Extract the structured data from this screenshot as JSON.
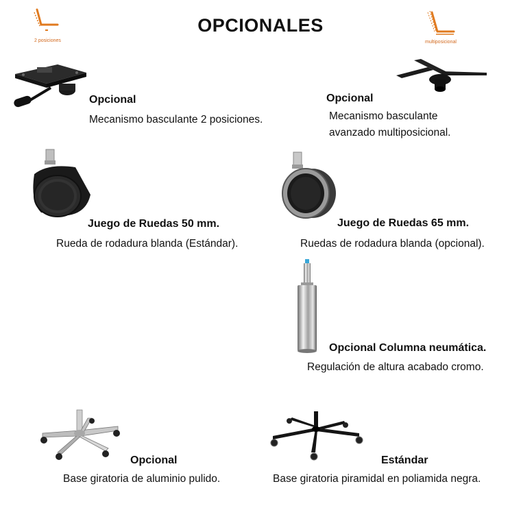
{
  "title": "OPCIONALES",
  "logos": {
    "left_label": "2 posiciones",
    "right_label": "multiposicional",
    "accent_color": "#e07a1f"
  },
  "items": [
    {
      "heading": "Opcional",
      "description": "Mecanismo basculante 2 posiciones.",
      "image": "tilt-mechanism-2-positions"
    },
    {
      "heading": "Opcional",
      "description_line1": "Mecanismo basculante",
      "description_line2": "avanzado multiposicional.",
      "image": "tilt-mechanism-multiposition"
    },
    {
      "heading": "Juego de Ruedas 50 mm.",
      "description": "Rueda de rodadura blanda (Estándar).",
      "image": "caster-wheel-50mm"
    },
    {
      "heading": "Juego de Ruedas 65 mm.",
      "description": "Ruedas de rodadura blanda (opcional).",
      "image": "caster-wheel-65mm"
    },
    {
      "heading": "Opcional Columna neumática.",
      "description": "Regulación de altura acabado cromo.",
      "image": "gas-lift-column"
    },
    {
      "heading": "Opcional",
      "description": "Base giratoria de aluminio pulido.",
      "image": "aluminium-star-base"
    },
    {
      "heading": "Estándar",
      "description": "Base giratoria piramidal en poliamida negra.",
      "image": "black-nylon-star-base"
    }
  ]
}
